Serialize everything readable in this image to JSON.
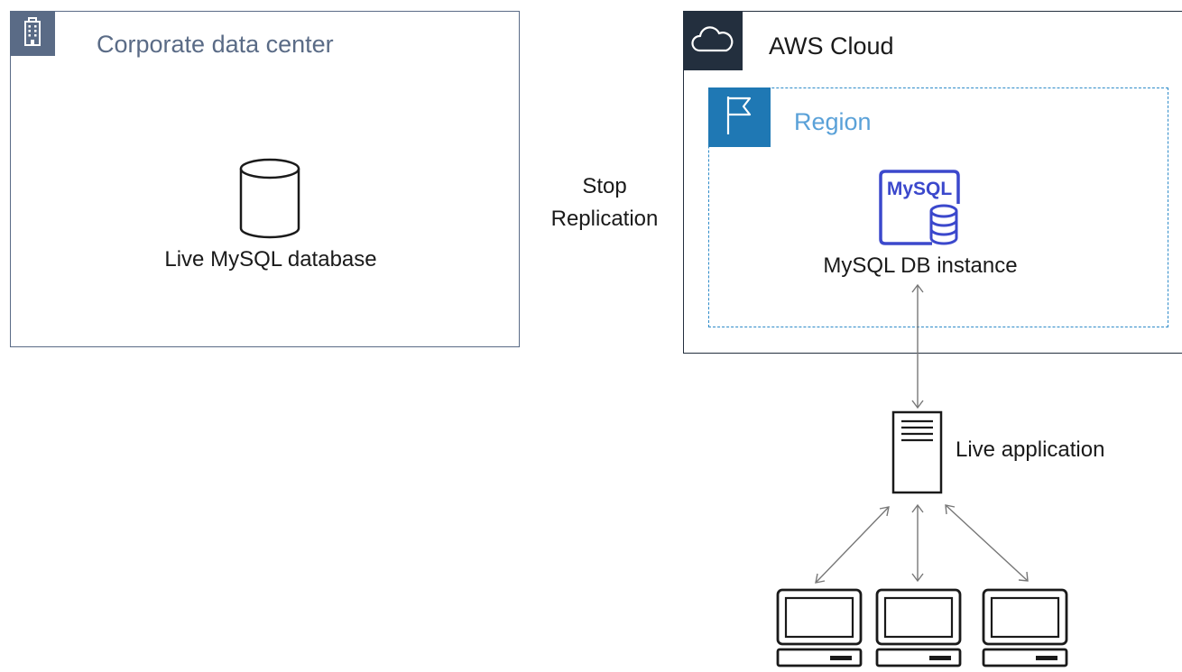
{
  "corporate": {
    "title": "Corporate data center",
    "db_label": "Live MySQL database"
  },
  "aws": {
    "title": "AWS Cloud"
  },
  "region": {
    "title": "Region",
    "instance_label": "MySQL DB instance",
    "instance_badge": "MySQL"
  },
  "replication": {
    "line1": "Stop",
    "line2": "Replication"
  },
  "application": {
    "label": "Live application"
  },
  "icons": [
    "building-icon",
    "cloud-icon",
    "flag-icon",
    "mysql-rds-icon",
    "database-icon",
    "server-icon",
    "client-computer-icon"
  ],
  "colors": {
    "corporate": "#5a6b86",
    "aws": "#232f3e",
    "region": "#1f78b4",
    "mysql": "#3b48cc"
  }
}
